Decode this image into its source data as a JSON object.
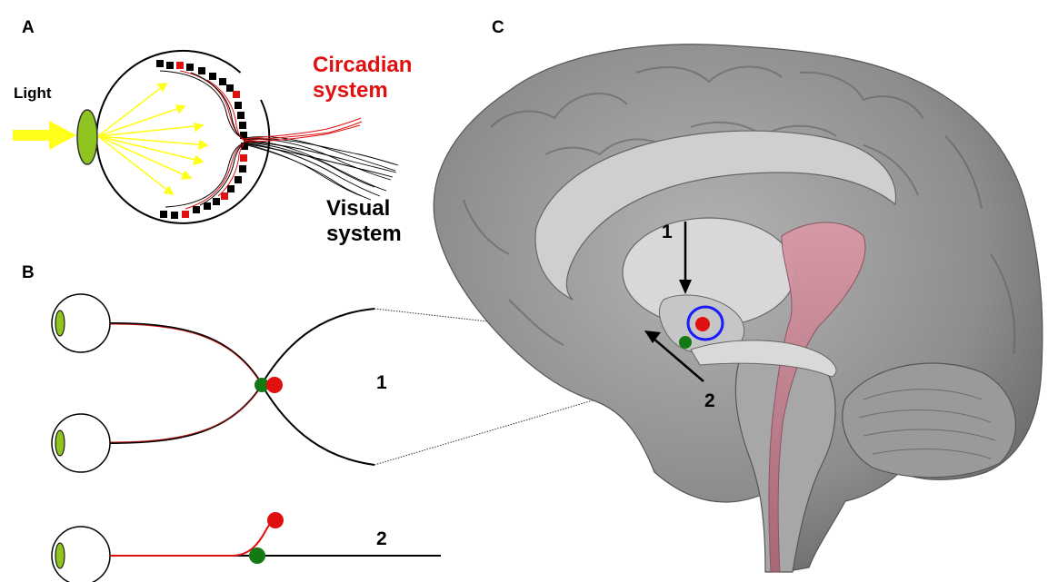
{
  "panels": {
    "a": {
      "letter": "A"
    },
    "b": {
      "letter": "B"
    },
    "c": {
      "letter": "C"
    }
  },
  "panel_a": {
    "light_label": "Light",
    "circadian_label_line1": "Circadian",
    "circadian_label_line2": "system",
    "visual_label_line1": "Visual",
    "visual_label_line2": "system"
  },
  "panel_b": {
    "pathway_1_label": "1",
    "pathway_2_label": "2"
  },
  "panel_c": {
    "arrow_1_label": "1",
    "arrow_2_label": "2"
  },
  "colors": {
    "circadian": "#e01010",
    "visual": "#000000",
    "retinal_green_dot": "#137a13",
    "lens": "#8fc31f",
    "light_rays": "#ffff1a",
    "scn_circle": "#1a1aff",
    "brain_gray": "#8d8d8d",
    "brain_pink": "#c98a96"
  }
}
